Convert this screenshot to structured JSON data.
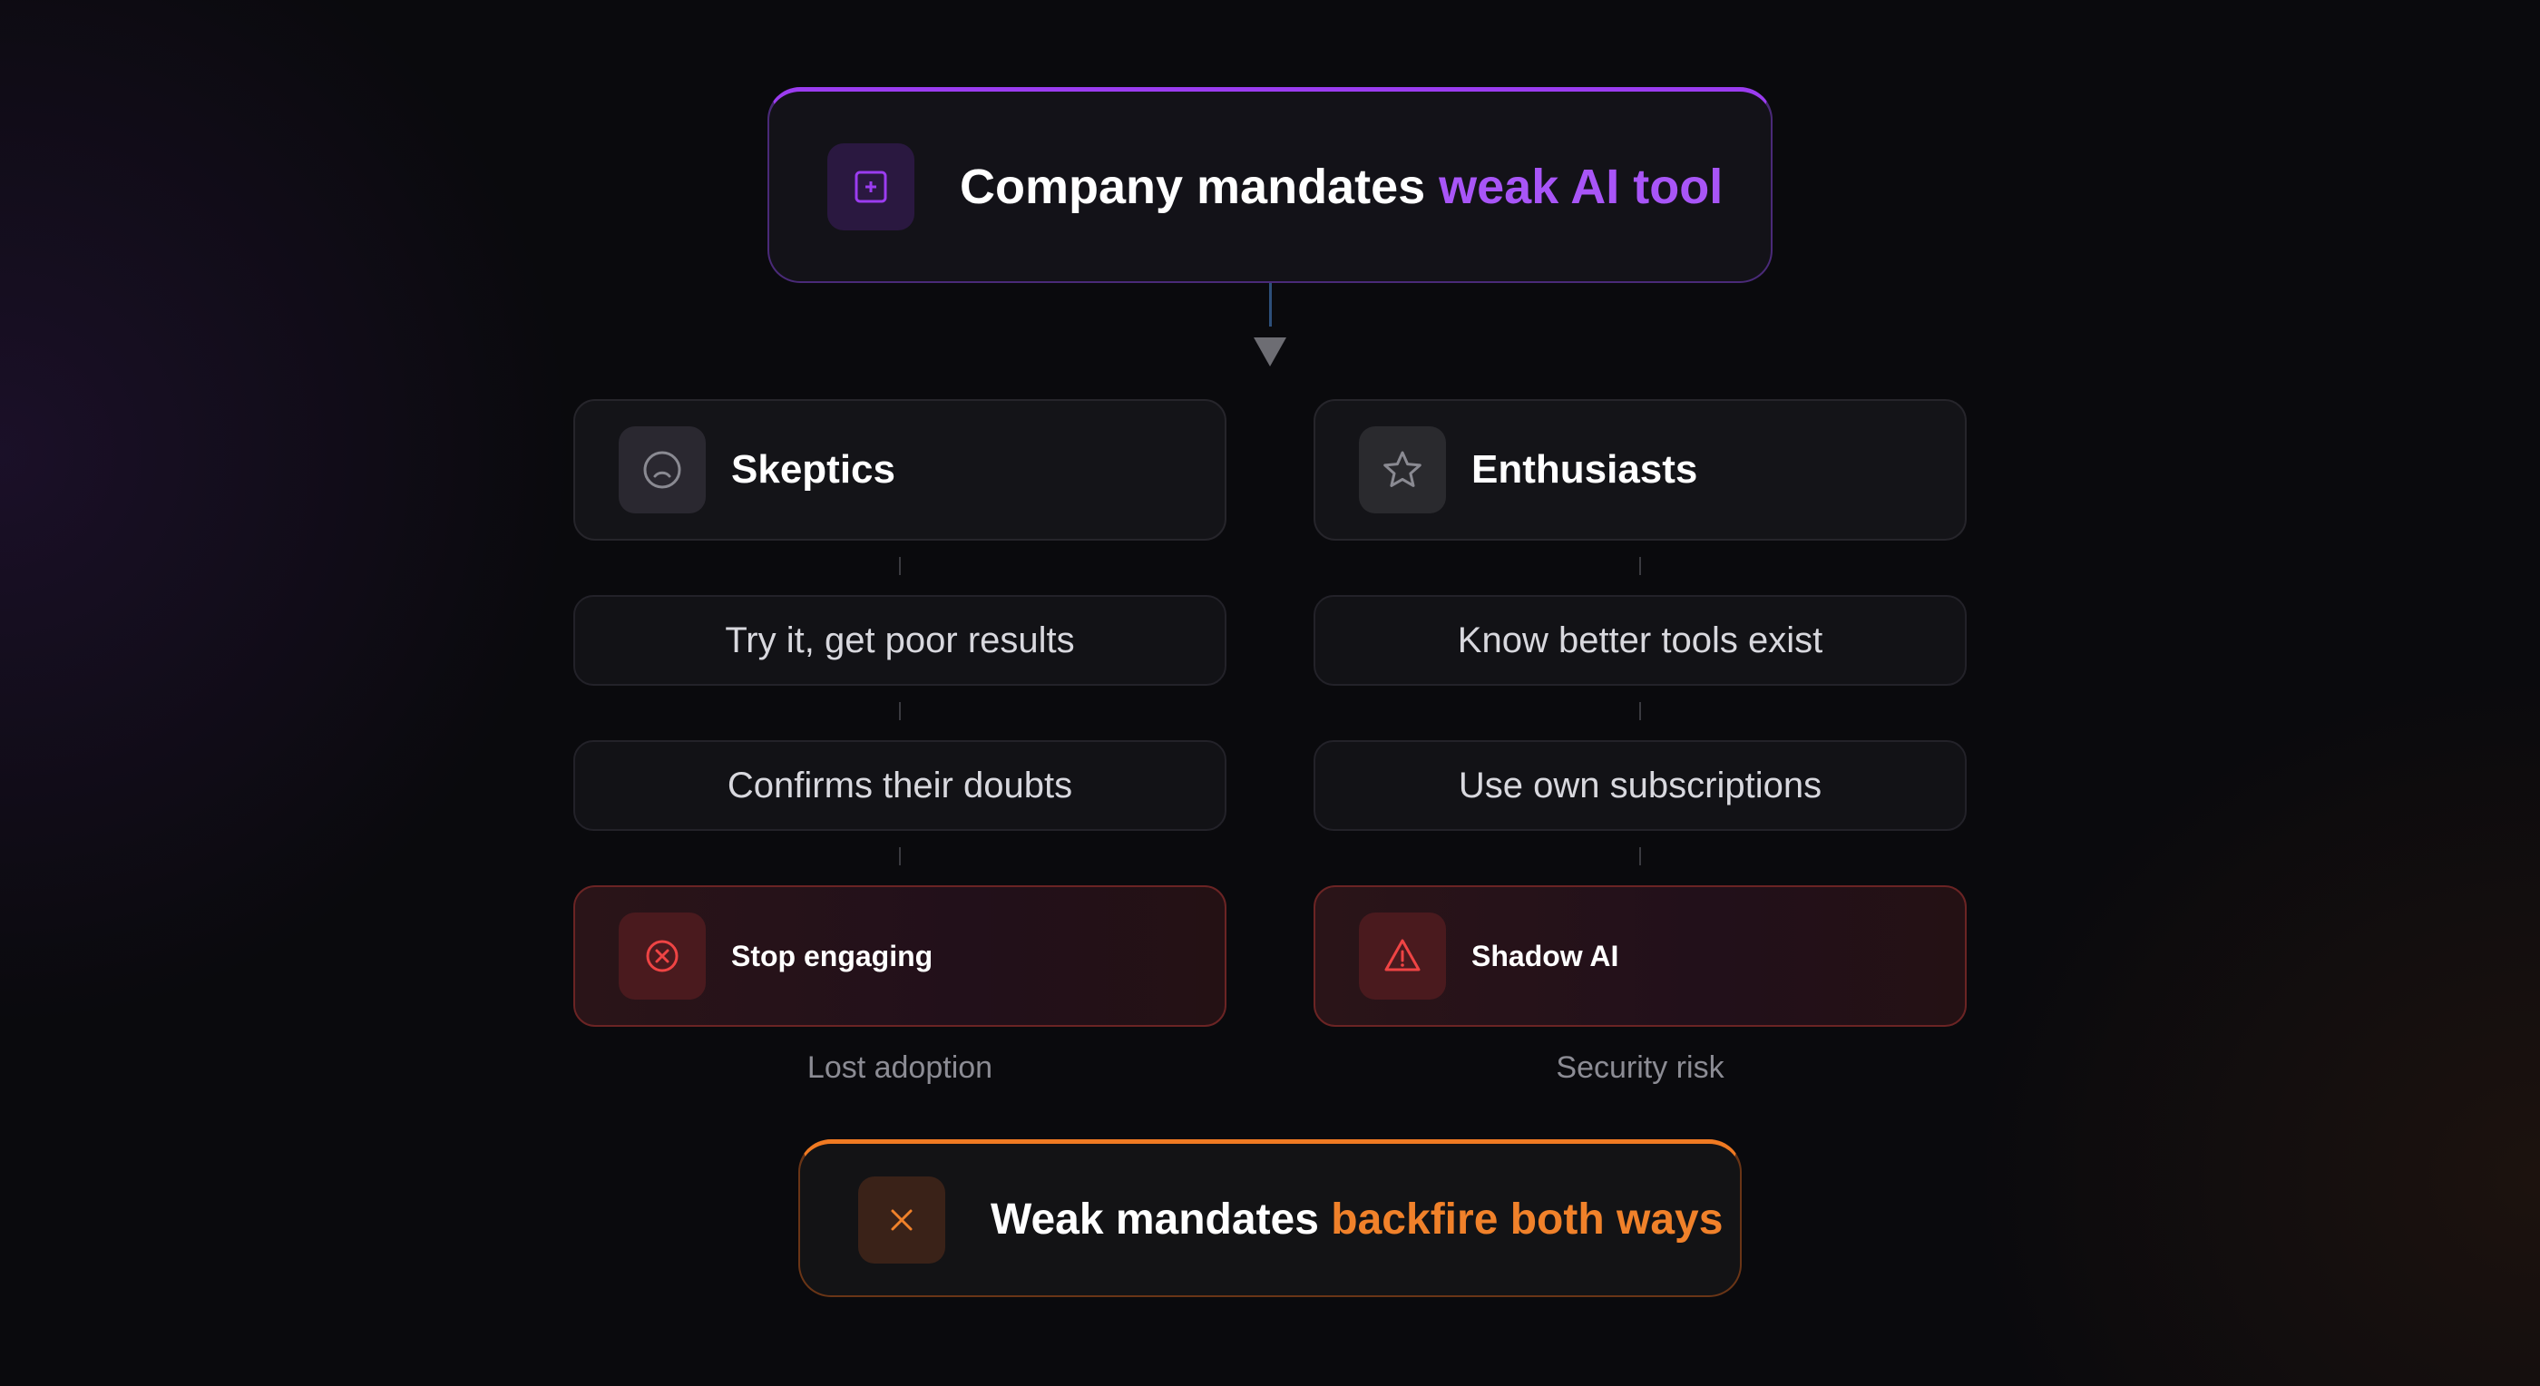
{
  "top": {
    "text_main": "Company mandates ",
    "text_accent": "weak AI tool",
    "icon": "plus-square-icon",
    "accent": "#a855f7"
  },
  "left": {
    "title": "Skeptics",
    "icon": "frown-icon",
    "steps": [
      "Try it, get poor results",
      "Confirms their doubts"
    ],
    "outcome": "Stop engaging",
    "outcome_icon": "x-circle-icon",
    "caption": "Lost adoption"
  },
  "right": {
    "title": "Enthusiasts",
    "icon": "star-icon",
    "steps": [
      "Know better tools exist",
      "Use own subscriptions"
    ],
    "outcome": "Shadow AI",
    "outcome_icon": "warning-triangle-icon",
    "caption": "Security risk"
  },
  "bottom": {
    "text_main": "Weak mandates ",
    "text_accent": "backfire both ways",
    "icon": "x-icon",
    "accent": "#f0812a"
  }
}
